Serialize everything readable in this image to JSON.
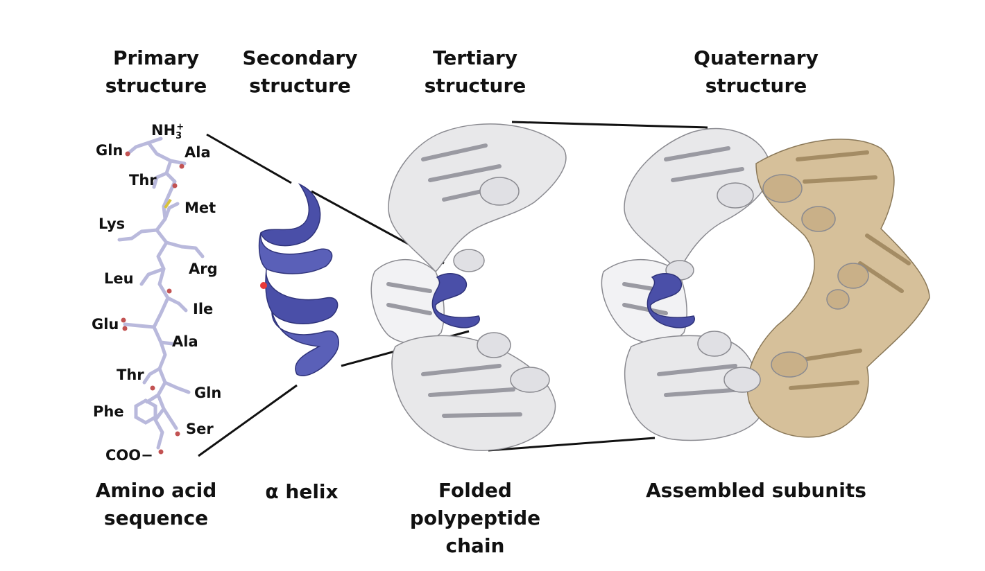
{
  "headings": {
    "primary": [
      "Primary",
      "structure"
    ],
    "secondary": [
      "Secondary",
      "structure"
    ],
    "tertiary": [
      "Tertiary",
      "structure"
    ],
    "quaternary": [
      "Quaternary",
      "structure"
    ]
  },
  "captions": {
    "primary": [
      "Amino acid",
      "sequence"
    ],
    "secondary": [
      "α helix"
    ],
    "tertiary": [
      "Folded",
      "polypeptide",
      "chain"
    ],
    "quaternary": [
      "Assembled subunits"
    ]
  },
  "sequence": {
    "n_terminus": "NH",
    "n_sub": "3",
    "n_sup": "+",
    "c_terminus": "COO−",
    "residues": [
      "Gln",
      "Ala",
      "Thr",
      "Met",
      "Lys",
      "Arg",
      "Leu",
      "Ile",
      "Glu",
      "Ala",
      "Thr",
      "Gln",
      "Phe",
      "Ser"
    ]
  },
  "colors": {
    "helix": "#4a4fa8",
    "subunit_white": "#e8e8ea",
    "subunit_tan": "#d6c09a",
    "backbone": "#b9b9dc",
    "connector": "#111111"
  }
}
